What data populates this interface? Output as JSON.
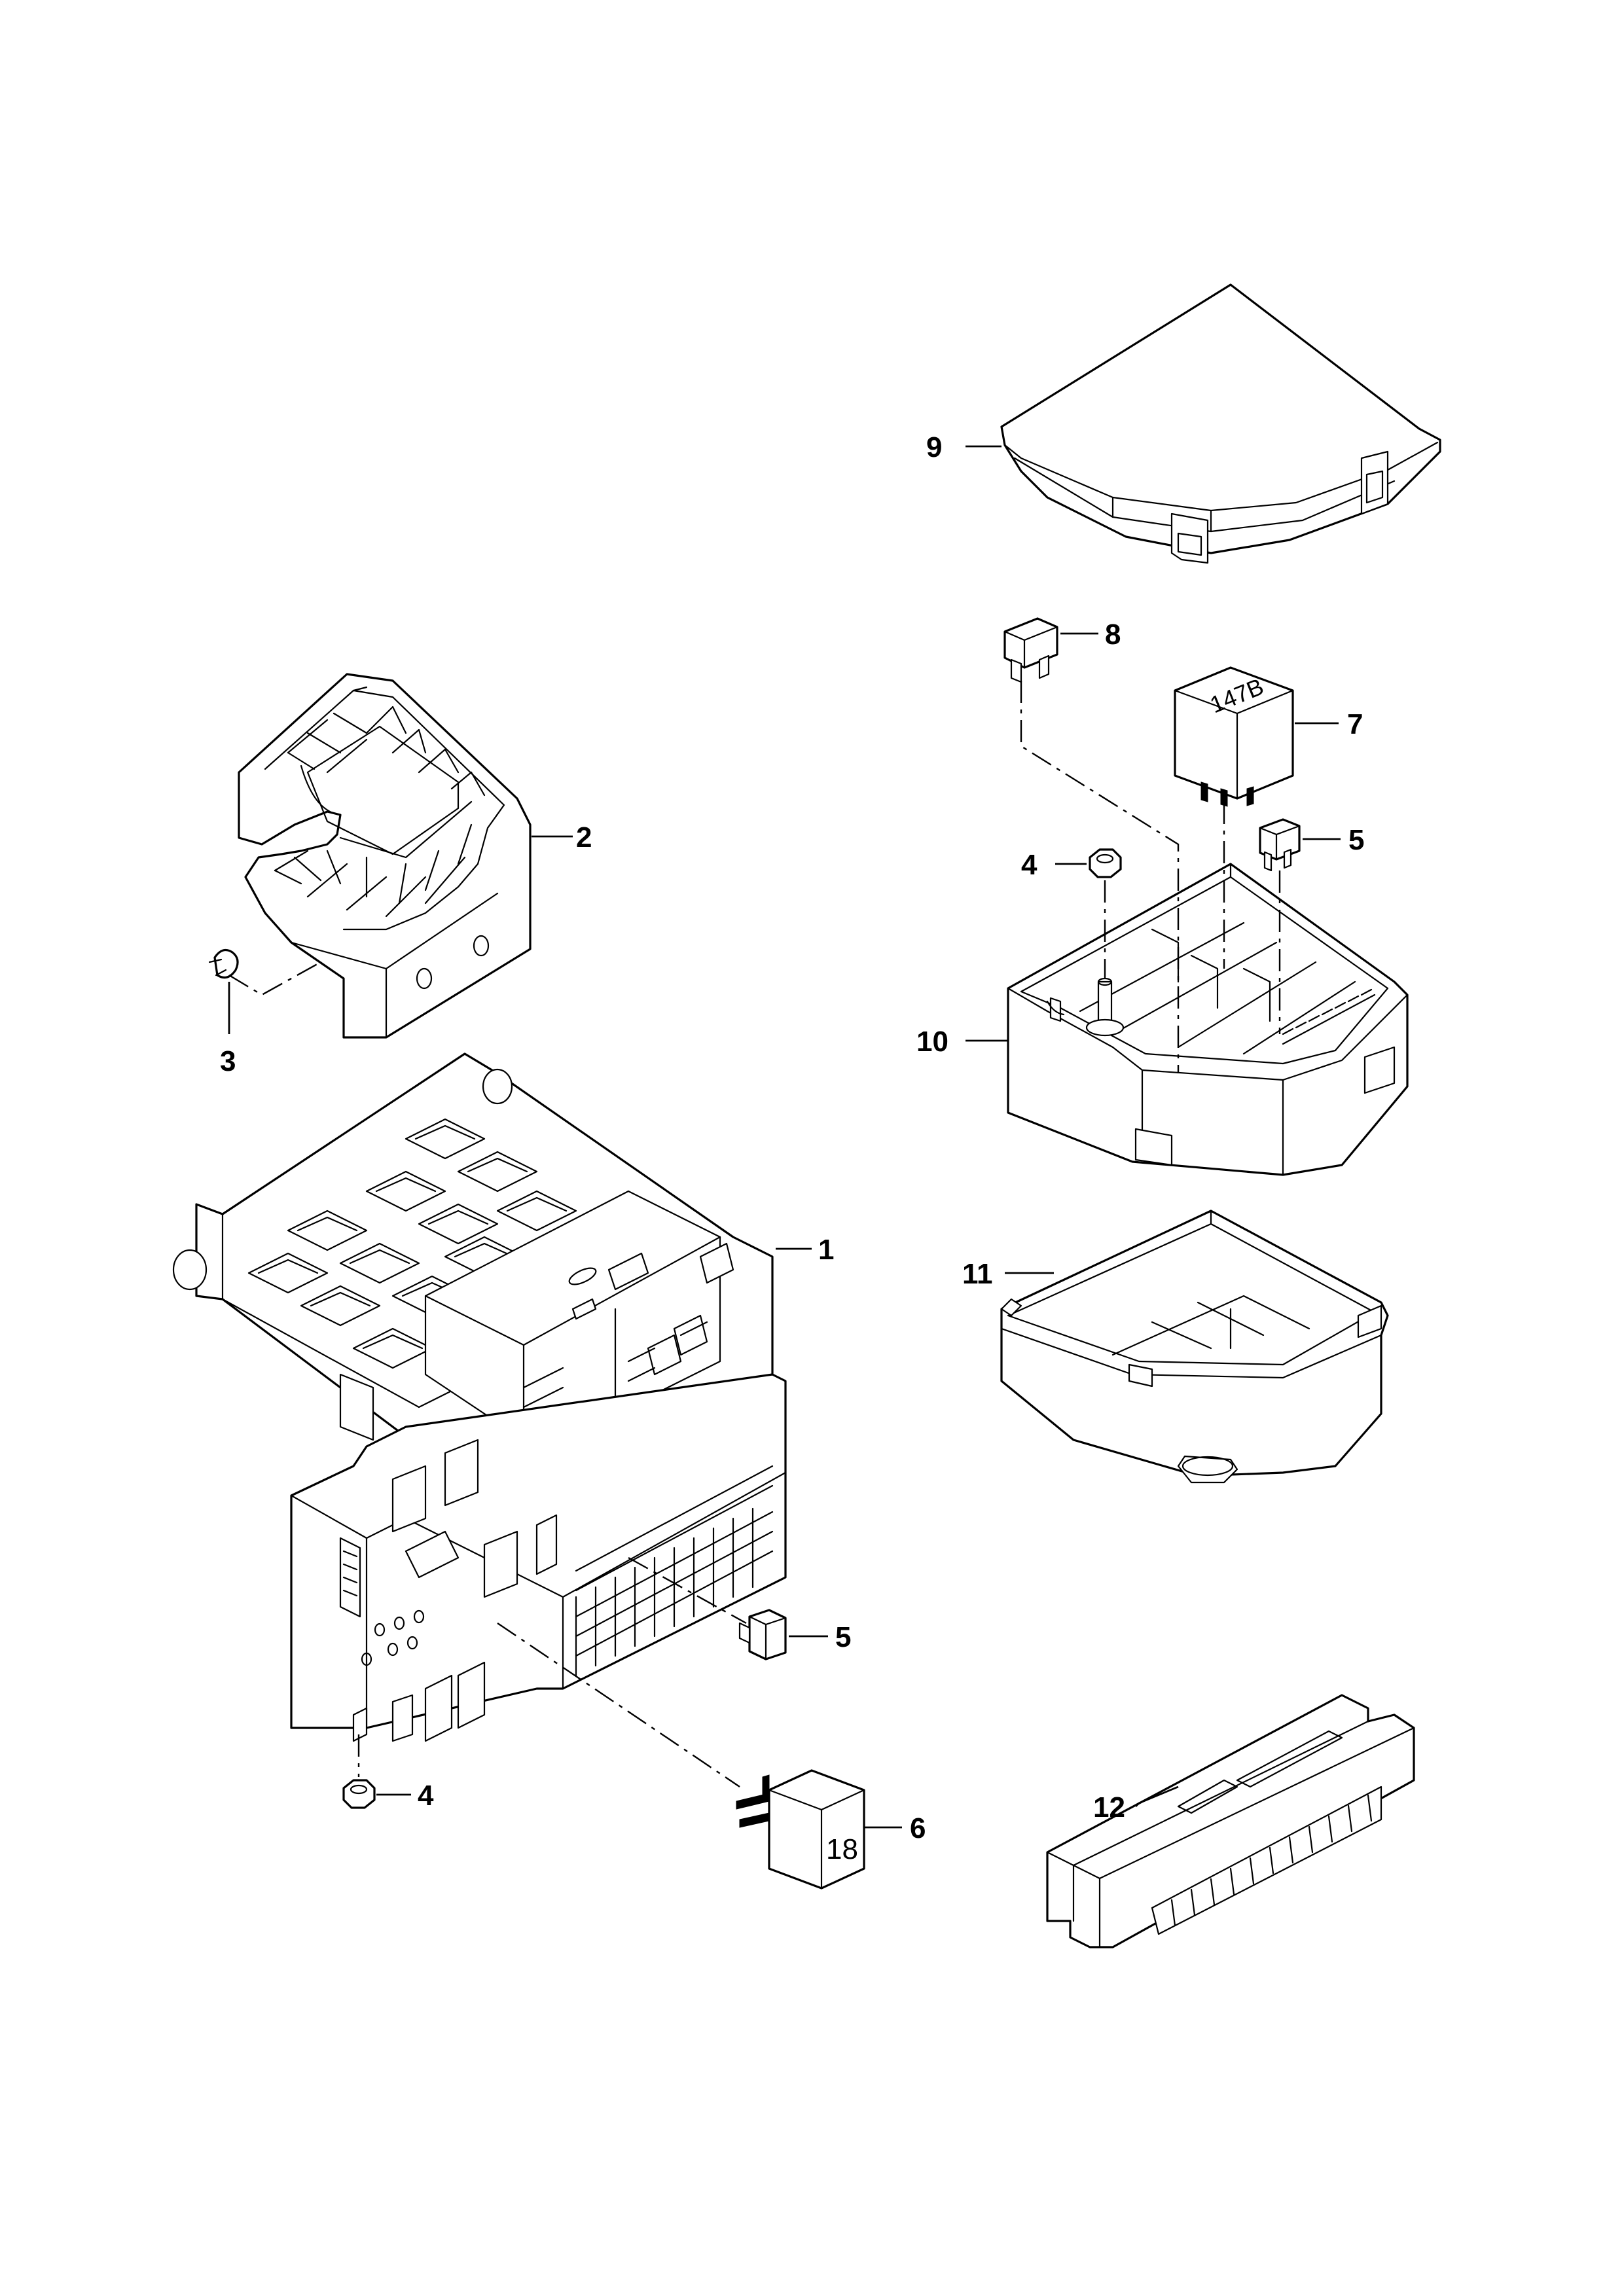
{
  "callouts": [
    {
      "id": "c1",
      "label": "1"
    },
    {
      "id": "c2",
      "label": "2"
    },
    {
      "id": "c3",
      "label": "3"
    },
    {
      "id": "c4a",
      "label": "4"
    },
    {
      "id": "c4b",
      "label": "4"
    },
    {
      "id": "c5a",
      "label": "5"
    },
    {
      "id": "c5b",
      "label": "5"
    },
    {
      "id": "c6",
      "label": "6"
    },
    {
      "id": "c7",
      "label": "7"
    },
    {
      "id": "c8",
      "label": "8"
    },
    {
      "id": "c9",
      "label": "9"
    },
    {
      "id": "c10",
      "label": "10"
    },
    {
      "id": "c11",
      "label": "11"
    },
    {
      "id": "c12",
      "label": "12"
    }
  ],
  "relay_markings": {
    "relay_7": "147B",
    "relay_6": "18"
  }
}
